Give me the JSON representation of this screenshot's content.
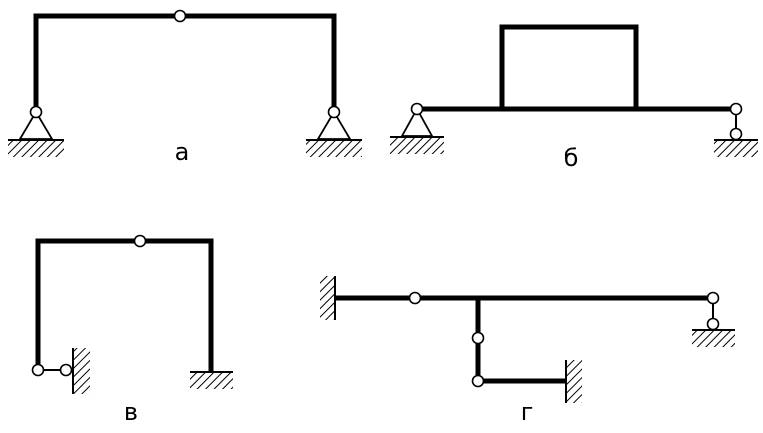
{
  "figure": {
    "labels": {
      "a": "а",
      "b": "б",
      "v": "в",
      "g": "г"
    },
    "colors": {
      "line": "#000000",
      "background": "#ffffff"
    }
  }
}
